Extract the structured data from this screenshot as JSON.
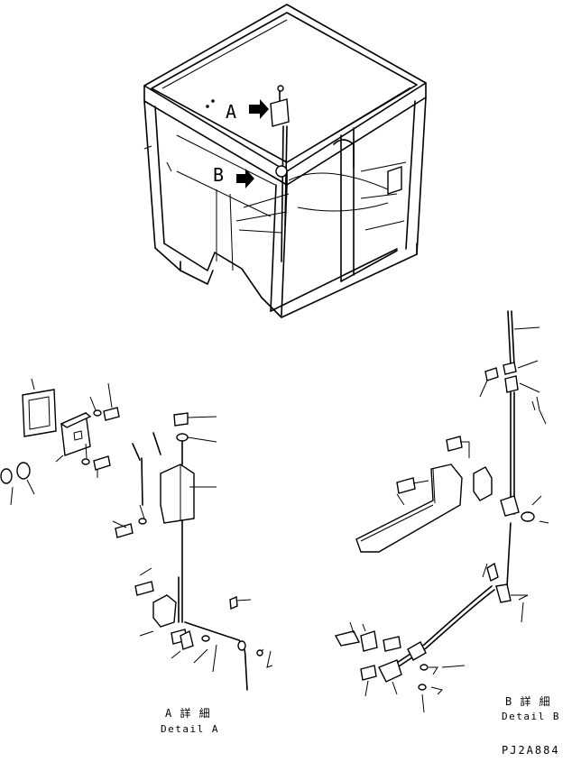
{
  "view_labels": {
    "a": "A",
    "b": "B"
  },
  "detail_a": {
    "jp": "A 詳 細",
    "en": "Detail A"
  },
  "detail_b": {
    "jp": "B 詳 細",
    "en": "Detail B"
  },
  "drawing_code": "PJ2A884"
}
